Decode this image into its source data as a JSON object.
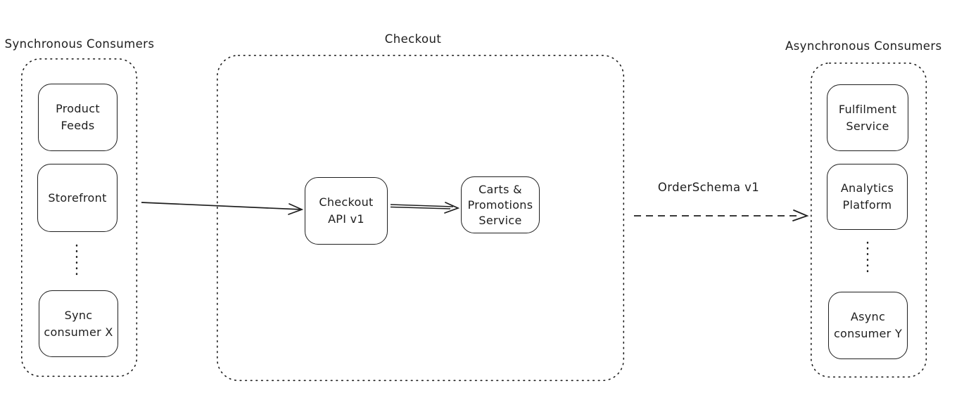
{
  "diagram": {
    "background": "#ffffff",
    "stroke_color": "#1e1e1e",
    "groups": {
      "sync": {
        "label": "Synchronous Consumers",
        "nodes": [
          {
            "name": "product-feeds",
            "lines": [
              "Product",
              "Feeds"
            ]
          },
          {
            "name": "storefront",
            "lines": [
              "Storefront"
            ]
          },
          {
            "name": "sync-consumer-x",
            "lines": [
              "Sync",
              "consumer X"
            ]
          }
        ]
      },
      "checkout": {
        "label": "Checkout",
        "nodes": [
          {
            "name": "checkout-api-v1",
            "lines": [
              "Checkout",
              "API v1"
            ]
          },
          {
            "name": "carts-promotions-service",
            "lines": [
              "Carts &",
              "Promotions",
              "Service"
            ]
          }
        ]
      },
      "async": {
        "label": "Asynchronous Consumers",
        "nodes": [
          {
            "name": "fulfilment-service",
            "lines": [
              "Fulfilment",
              "Service"
            ]
          },
          {
            "name": "analytics-platform",
            "lines": [
              "Analytics",
              "Platform"
            ]
          },
          {
            "name": "async-consumer-y",
            "lines": [
              "Async",
              "consumer Y"
            ]
          }
        ]
      }
    },
    "edges": [
      {
        "from": "storefront",
        "to": "checkout-api-v1",
        "style": "solid",
        "label": ""
      },
      {
        "from": "checkout-api-v1",
        "to": "carts-promotions-service",
        "style": "solid",
        "label": ""
      },
      {
        "from": "checkout",
        "to": "asynchronous-consumers",
        "style": "dashed",
        "label": "OrderSchema v1"
      }
    ]
  }
}
